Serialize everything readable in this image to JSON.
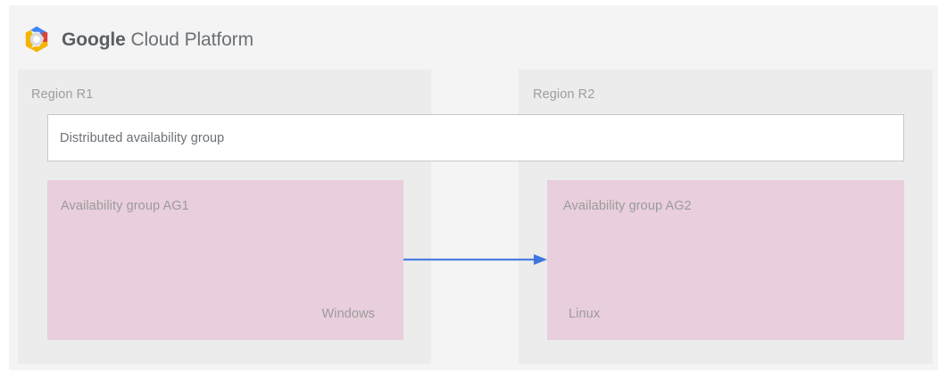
{
  "header": {
    "logo_name": "google-cloud-platform-logo",
    "brand_strong": "Google",
    "brand_light": "Cloud Platform"
  },
  "colors": {
    "page_background": "#f4f4f4",
    "panel_background": "#ececec",
    "availability_group_fill": "#e9cedd",
    "arrow": "#4a7fe0",
    "muted_text": "#9b9b9b",
    "box_text": "#6d7175",
    "white_box_border": "#c8c8c8",
    "logo_blue": "#4285f4",
    "logo_red": "#db4437",
    "logo_yellow": "#f4b400",
    "logo_center": "#f1f1f1"
  },
  "regions": [
    {
      "id": "r1",
      "label": "Region R1",
      "availability_group": {
        "title": "Availability group AG1",
        "os": "Windows"
      }
    },
    {
      "id": "r2",
      "label": "Region R2",
      "availability_group": {
        "title": "Availability group AG2",
        "os": "Linux"
      }
    }
  ],
  "distributed_availability_group": {
    "label": "Distributed availability group"
  },
  "arrow": {
    "name": "replication-arrow",
    "direction": "left-to-right",
    "from": "Availability group AG1",
    "to": "Availability group AG2"
  }
}
